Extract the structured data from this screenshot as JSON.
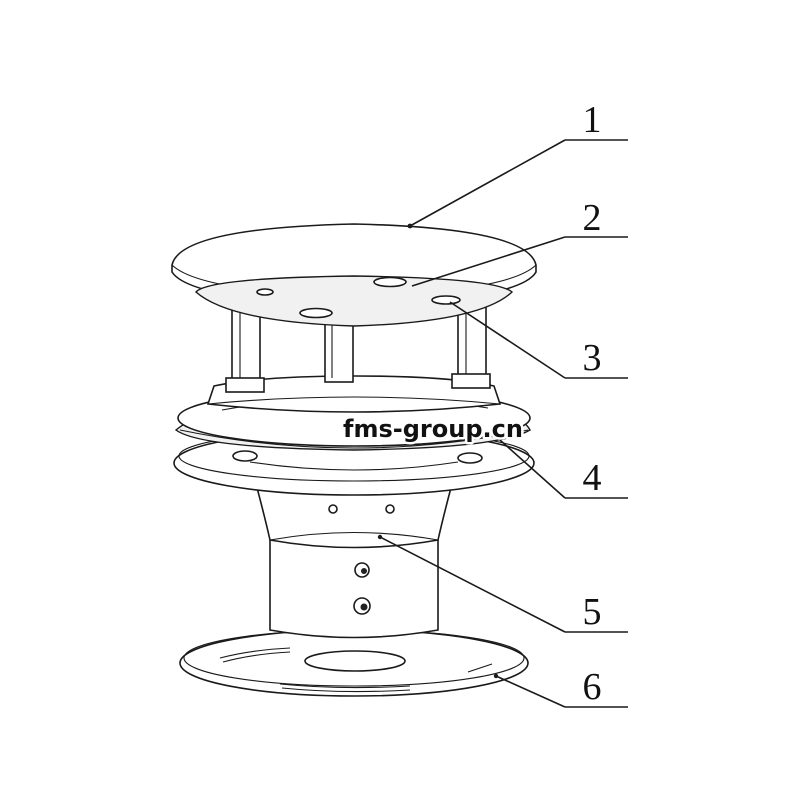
{
  "watermark": "fms-group.cn",
  "callouts": [
    {
      "label": "1"
    },
    {
      "label": "2"
    },
    {
      "label": "3"
    },
    {
      "label": "4"
    },
    {
      "label": "5"
    },
    {
      "label": "6"
    }
  ]
}
